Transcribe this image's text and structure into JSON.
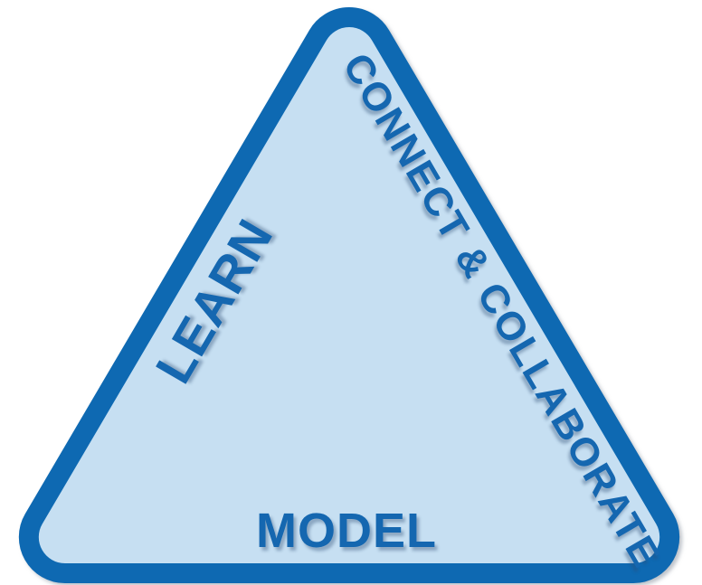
{
  "diagram": {
    "type": "triangle",
    "labels": {
      "left_side": "LEARN",
      "right_side": "CONNECT & COLLABORATE",
      "bottom_side": "MODEL"
    },
    "colors": {
      "fill": "#c6dff2",
      "border": "#0e69b2",
      "text": "#1567b0"
    }
  }
}
